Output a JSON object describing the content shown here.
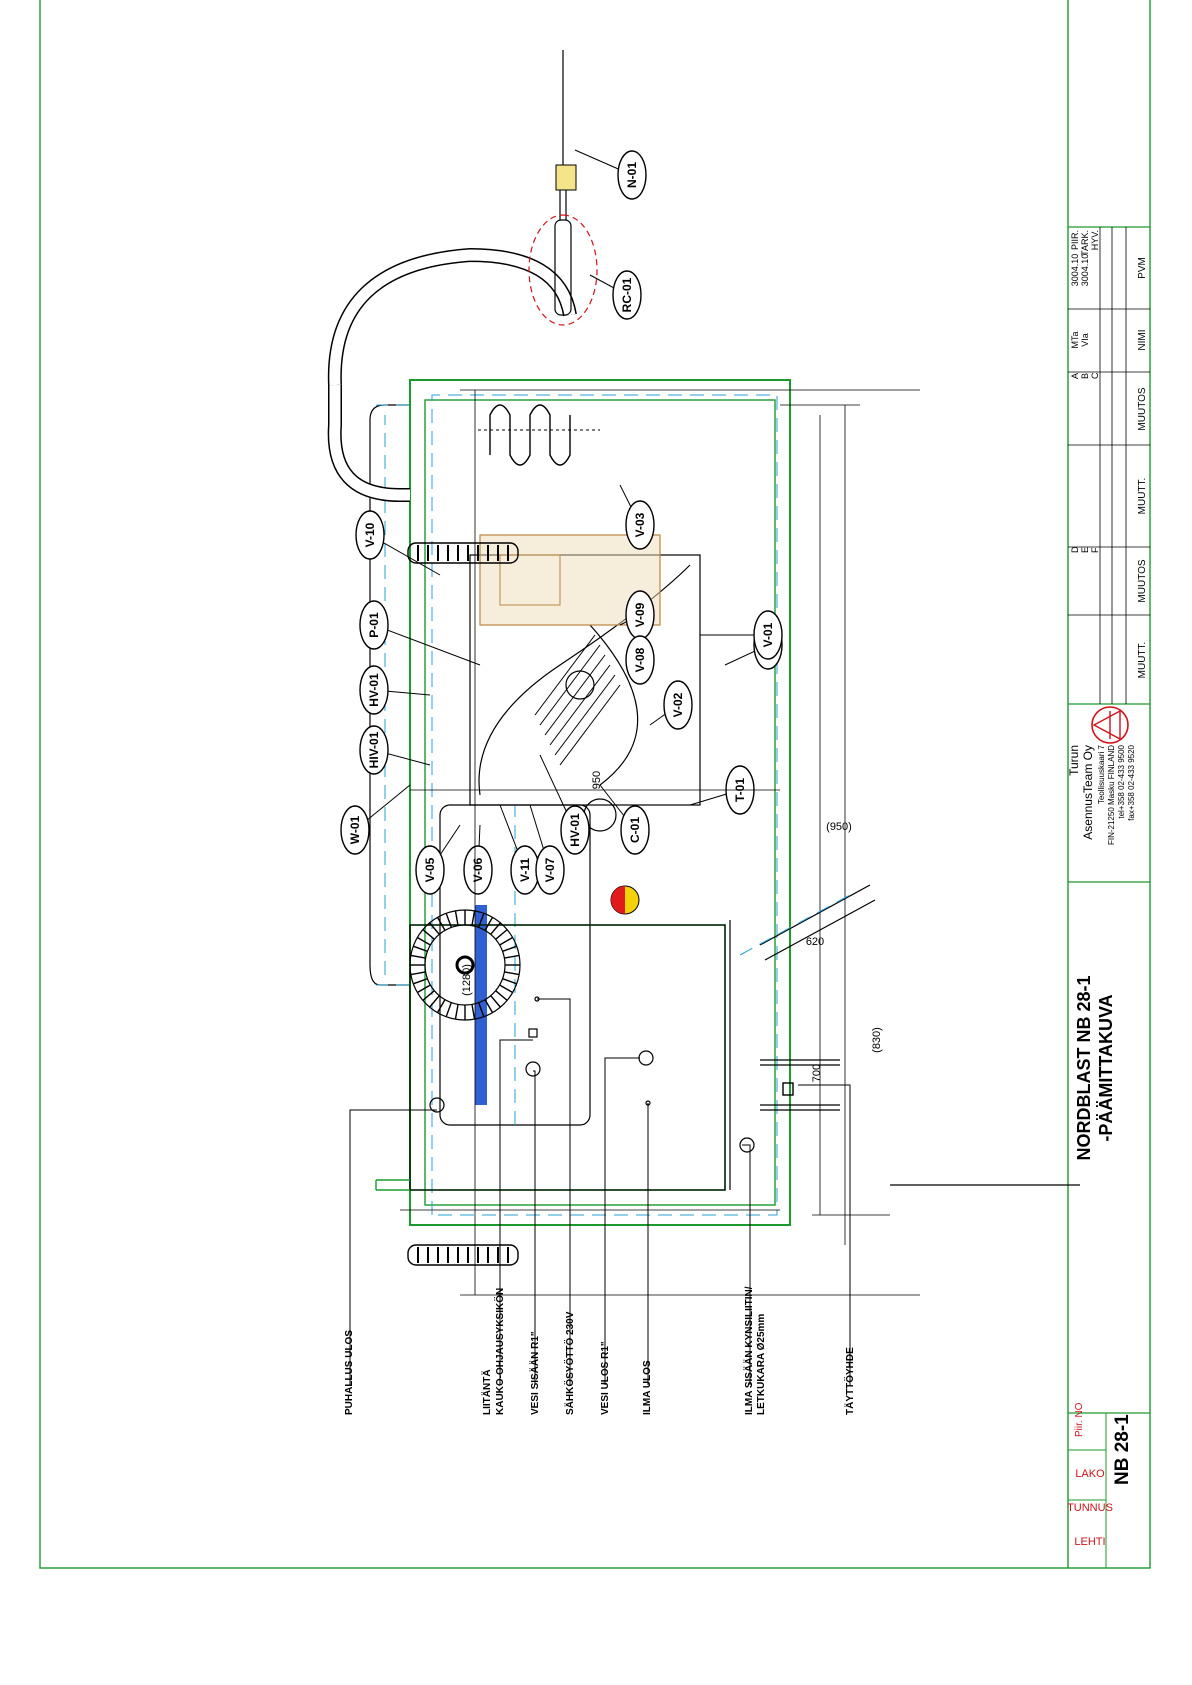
{
  "title": {
    "line1": "NORDBLAST NB 28-1",
    "line2": "-PÄÄMITTAKUVA"
  },
  "drawing_no": {
    "label": "Piir. NO",
    "value": "NB 28-1"
  },
  "header_fields": {
    "lako": "LAKO",
    "tunnus": "TUNNUS",
    "lehti": "LEHTI"
  },
  "company": {
    "name1": "Turun",
    "name2": "AsennusTeam Oy",
    "address1": "Teollisuuskaari 7",
    "address2": "FIN-21250 Masku FINLAND",
    "tel": "tel+358 02-433 9500",
    "fax": "fax+358 02-433 9520"
  },
  "approval_block": {
    "rows": [
      {
        "label": "PIIR.",
        "date": "3004.10",
        "name": "MTa"
      },
      {
        "label": "TARK.",
        "date": "3004.10",
        "name": "VIa"
      },
      {
        "label": "HYV.",
        "date": "",
        "name": ""
      }
    ],
    "col_pvm": "PVM",
    "col_nimi": "NIMI",
    "col_muutos": "MUUTOS",
    "col_muutt": "MUUTT.",
    "revisions_left": [
      "A",
      "B",
      "C"
    ],
    "revisions_right": [
      "D",
      "E",
      "F"
    ]
  },
  "component_tags": [
    "N-01",
    "RC-01",
    "V-10",
    "P-01",
    "HV-01",
    "HIV-01",
    "W-01",
    "V-05",
    "V-06",
    "V-11",
    "V-07",
    "HV-01",
    "C-01",
    "T-01",
    "V-03",
    "V-09",
    "V-08",
    "V-02",
    "V-04",
    "V-01"
  ],
  "dimensions": {
    "total_length": "(1280)",
    "width_950": "950",
    "width_950_paren": "(950)",
    "width_620": "620",
    "height_700": "700",
    "height_830": "(830)"
  },
  "callouts": [
    "TÄYTTÖYHDE",
    "ILMA SISÄÄN KYNSILIITIN/",
    "LETKUKARA Ø25mm",
    "ILMA ULOS",
    "VESI ULOS R1\"",
    "SÄHKÖSYÖTTÖ 230V",
    "VESI SISÄÄN R1\"",
    "KAUKO-OHJAUSYKSIKÖN",
    "LIITÄNTÄ",
    "PUHALLUS ULOS"
  ],
  "colors": {
    "frame": "#1d9a2e",
    "hidden_lines": "#2aa0d8",
    "rc_outline": "#d0121b",
    "header_labels": "#d0121b",
    "gauge_red": "#e11b1b",
    "gauge_yellow": "#f4d20a",
    "tank_accent": "#2f5fd0"
  }
}
